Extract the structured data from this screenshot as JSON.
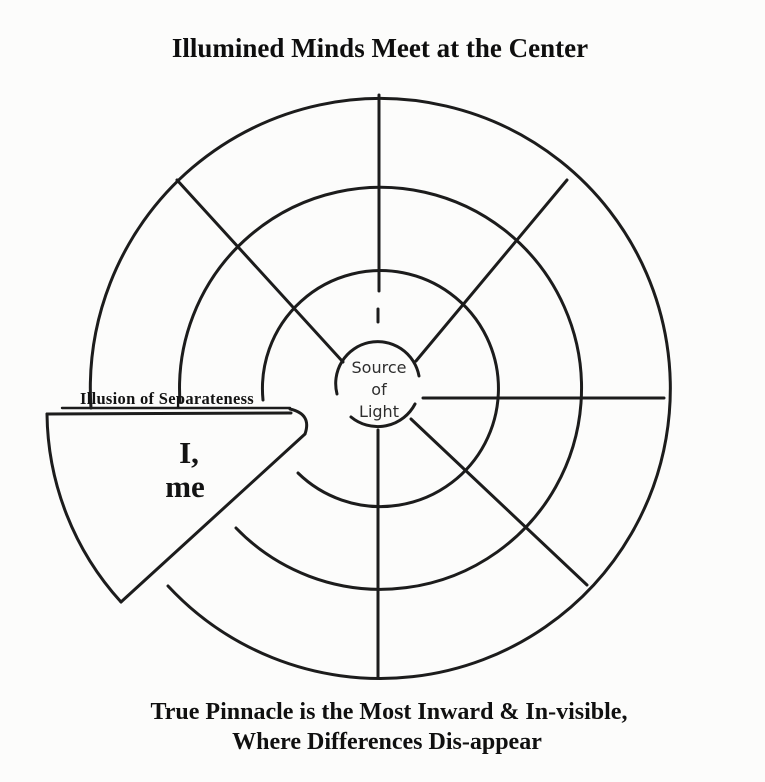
{
  "colors": {
    "background": "#fcfcfb",
    "line": "#1c1c1c",
    "title_text": "#0e0e0e",
    "center_text": "#2e2e2e"
  },
  "title": "Illumined Minds Meet at the Center",
  "center_circle": {
    "line1": "Source",
    "line2": "of",
    "line3": "Light"
  },
  "wedge": {
    "edge_label": "Illusion of Separateness",
    "line1": "I,",
    "line2": "me"
  },
  "caption": {
    "line1": "True Pinnacle is the Most Inward & In-visible,",
    "line2": "Where Differences Dis-appear"
  },
  "structure": {
    "ring_count": 3,
    "spoke_count": 8
  }
}
